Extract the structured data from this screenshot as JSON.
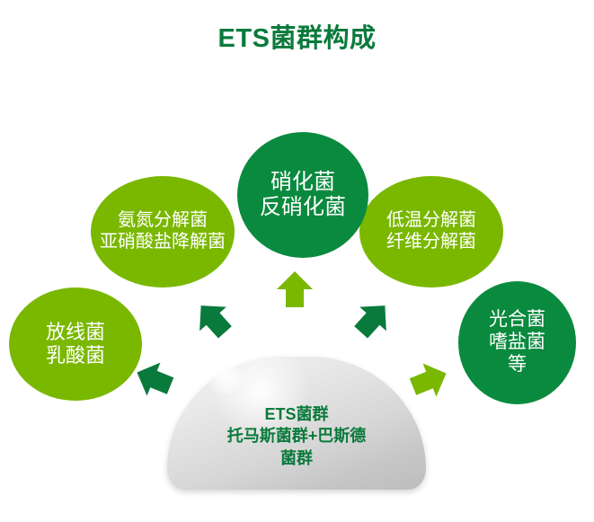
{
  "title": "ETS菌群构成",
  "colors": {
    "title_green": "#0a7a3c",
    "dark_green": "#0a8a3e",
    "light_green": "#7ab800",
    "dome_gray": "#d6d6d6",
    "background": "#ffffff"
  },
  "bubbles": {
    "center": {
      "name": "nitrifying-bacteria",
      "tone": "dark",
      "lines": [
        "硝化菌",
        "反硝化菌"
      ]
    },
    "left_inner": {
      "name": "ammonia-nitrogen-decomposers",
      "tone": "light",
      "lines": [
        "氨氮分解菌",
        "亚硝酸盐降解菌"
      ]
    },
    "right_inner": {
      "name": "low-temperature-decomposers",
      "tone": "light",
      "lines": [
        "低温分解菌",
        "纤维分解菌"
      ]
    },
    "left_outer": {
      "name": "actinomycetes-lactic-acid",
      "tone": "light",
      "lines": [
        "放线菌",
        "乳酸菌"
      ]
    },
    "right_outer": {
      "name": "photosynthetic-halophilic",
      "tone": "dark",
      "lines": [
        "光合菌",
        "嗜盐菌",
        "等"
      ]
    }
  },
  "dome": {
    "name": "ets-flora-base",
    "lines": [
      "ETS菌群",
      "托马斯菌群+巴斯德菌群"
    ],
    "label_line_1": "ETS菌群",
    "label_line_2": "托马斯菌群+巴斯德",
    "label_line_3": "菌群"
  },
  "arrows": [
    {
      "name": "arrow-up-center",
      "tone": "light",
      "rotation_deg": 0
    },
    {
      "name": "arrow-up-left-inner",
      "tone": "dark",
      "rotation_deg": -42
    },
    {
      "name": "arrow-up-right-inner",
      "tone": "dark",
      "rotation_deg": 42
    },
    {
      "name": "arrow-up-left-outer",
      "tone": "dark",
      "rotation_deg": -68
    },
    {
      "name": "arrow-up-right-outer",
      "tone": "light",
      "rotation_deg": 68
    }
  ]
}
